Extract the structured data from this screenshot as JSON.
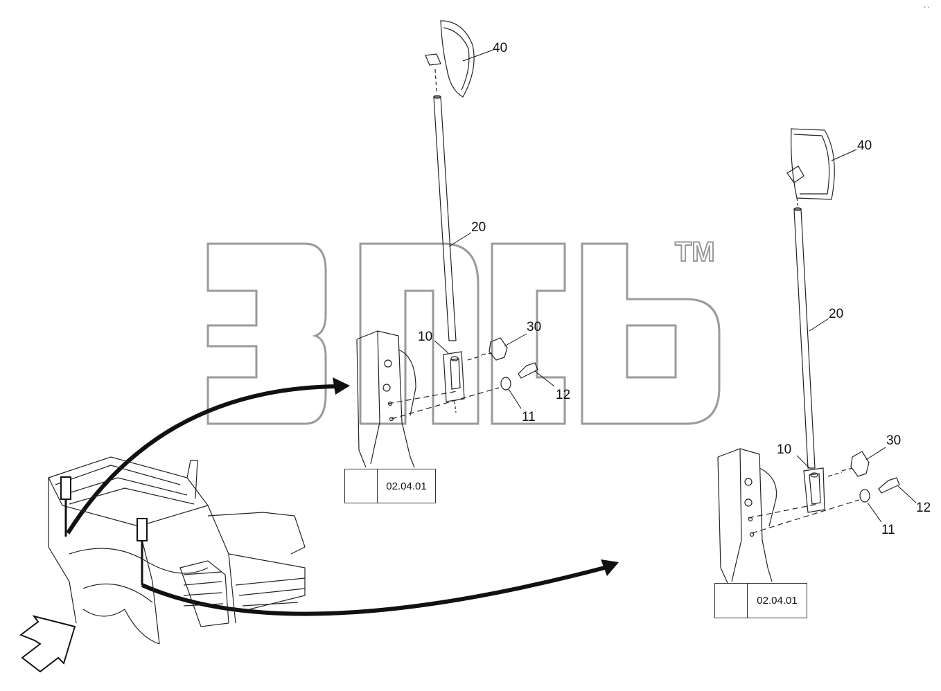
{
  "watermark": {
    "tm": "TM"
  },
  "corner_mark": "..",
  "left_assembly": {
    "callouts": {
      "c40": "40",
      "c20": "20",
      "c10": "10",
      "c30": "30",
      "c12": "12",
      "c11": "11"
    },
    "reference": "02.04.01"
  },
  "right_assembly": {
    "callouts": {
      "c40": "40",
      "c20": "20",
      "c10": "10",
      "c30": "30",
      "c12": "12",
      "c11": "11"
    },
    "reference": "02.04.01"
  },
  "colors": {
    "line": "#111111",
    "watermark_outline": "#9a9a9a",
    "background": "#ffffff"
  },
  "icons": [
    "eye-reference-icon",
    "view-direction-arrow-icon"
  ]
}
